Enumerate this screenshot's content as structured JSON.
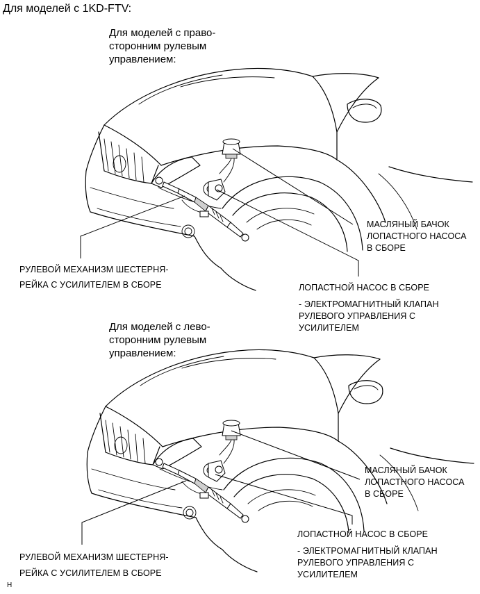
{
  "header": {
    "title": "Для моделей с 1KD-FTV:"
  },
  "figures": [
    {
      "subtitle": "Для моделей с право-\nсторонним рулевым\nуправлением:",
      "labels": {
        "reservoir": "МАСЛЯНЫЙ БАЧОК\nЛОПАСТНОГО НАСОСА\nВ СБОРЕ",
        "rack_line1": "РУЛЕВОЙ МЕХАНИЗМ ШЕСТЕРНЯ-",
        "rack_line2": "РЕЙКА С УСИЛИТЕЛЕМ В СБОРЕ",
        "pump": "ЛОПАСТНОЙ НАСОС В СБОРЕ",
        "valve": "- ЭЛЕКТРОМАГНИТНЫЙ КЛАПАН\nРУЛЕВОГО УПРАВЛЕНИЯ С\nУСИЛИТЕЛЕМ"
      }
    },
    {
      "subtitle": "Для моделей с лево-\nсторонним рулевым\nуправлением:",
      "labels": {
        "reservoir": "МАСЛЯНЫЙ БАЧОК\nЛОПАСТНОГО НАСОСА\nВ СБОРЕ",
        "rack_line1": "РУЛЕВОЙ МЕХАНИЗМ ШЕСТЕРНЯ-",
        "rack_line2": "РЕЙКА С УСИЛИТЕЛЕМ В СБОРЕ",
        "pump": "ЛОПАСТНОЙ НАСОС В СБОРЕ",
        "valve": "- ЭЛЕКТРОМАГНИТНЫЙ КЛАПАН\nРУЛЕВОГО УПРАВЛЕНИЯ С\nУСИЛИТЕЛЕМ"
      }
    }
  ],
  "footer": {
    "mark": "H"
  }
}
